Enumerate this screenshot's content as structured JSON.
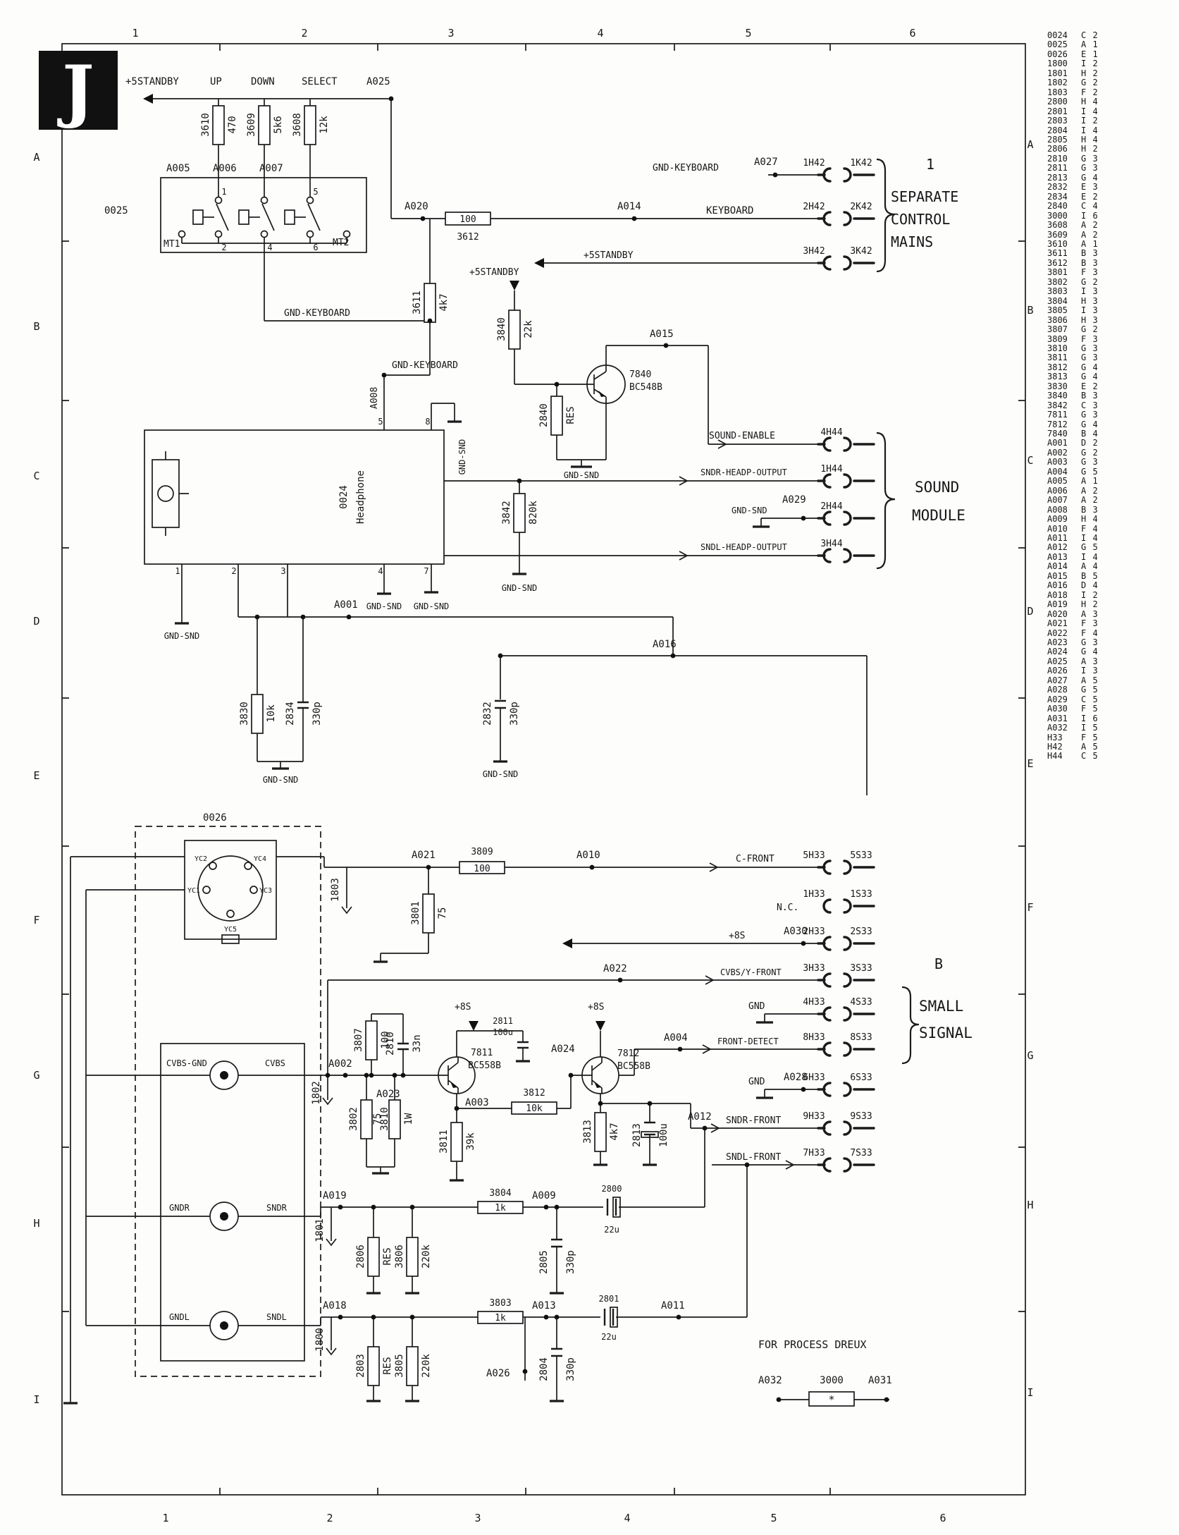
{
  "page_letter": "J",
  "grid": {
    "top": [
      "1",
      "2",
      "3",
      "4",
      "5",
      "6"
    ],
    "bottom": [
      "1",
      "2",
      "3",
      "4",
      "5",
      "6"
    ],
    "left": [
      "A",
      "B",
      "C",
      "D",
      "E",
      "F",
      "G",
      "H",
      "I"
    ],
    "right": [
      "A",
      "B",
      "C",
      "D",
      "E",
      "F",
      "G",
      "H",
      "I"
    ]
  },
  "T": {
    "mains_num": "1",
    "mains1": "SEPARATE",
    "mains2": "CONTROL",
    "mains3": "MAINS",
    "sound1": "SOUND",
    "sound2": "MODULE",
    "small_num": "B",
    "small1": "SMALL",
    "small2": "SIGNAL",
    "process": "FOR PROCESS DREUX"
  },
  "L": {
    "plus5standby": "+5STANDBY",
    "up": "UP",
    "down": "DOWN",
    "select": "SELECT",
    "gnd_keyboard": "GND-KEYBOARD",
    "keyboard": "KEYBOARD",
    "gnd_snd": "GND-SND",
    "gnd": "GND",
    "sound_enable": "SOUND-ENABLE",
    "sndr_headp": "SNDR-HEADP-OUTPUT",
    "sndl_headp": "SNDL-HEADP-OUTPUT",
    "c_front": "C-FRONT",
    "nc": "N.C.",
    "plus8s": "+8S",
    "cvbs_y_front": "CVBS/Y-FRONT",
    "front_detect": "FRONT-DETECT",
    "sndr_front": "SNDR-FRONT",
    "sndl_front": "SNDL-FRONT",
    "cvbs_gnd": "CVBS-GND",
    "cvbs": "CVBS",
    "gndr": "GNDR",
    "sndr": "SNDR",
    "gndl": "GNDL",
    "sndl": "SNDL",
    "mt1": "MT1",
    "mt2": "MT2",
    "headphone": "Headphone",
    "b0024": "0024",
    "b0025": "0025",
    "b0026": "0026",
    "a001": "A001",
    "a002": "A002",
    "a003": "A003",
    "a004": "A004",
    "a005": "A005",
    "a006": "A006",
    "a007": "A007",
    "a008": "A008",
    "a009": "A009",
    "a010": "A010",
    "a011": "A011",
    "a012": "A012",
    "a013": "A013",
    "a014": "A014",
    "a015": "A015",
    "a016": "A016",
    "a018": "A018",
    "a019": "A019",
    "a020": "A020",
    "a021": "A021",
    "a022": "A022",
    "a023": "A023",
    "a024": "A024",
    "a025": "A025",
    "a026": "A026",
    "a027": "A027",
    "a028": "A028",
    "a029": "A029",
    "a030": "A030",
    "a031": "A031",
    "a032": "A032",
    "r3610": "3610",
    "v3610": "470",
    "r3609": "3609",
    "v3609": "5k6",
    "r3608": "3608",
    "v3608": "12k",
    "r3611": "3611",
    "v3611": "4k7",
    "r3612": "3612",
    "v3612": "100",
    "r3840": "3840",
    "v3840": "22k",
    "r2840": "2840",
    "v2840": "RES",
    "q7840": "7840",
    "q7840t": "BC548B",
    "r3842": "3842",
    "v3842": "820k",
    "r3830": "3830",
    "v3830": "10k",
    "c2834": "2834",
    "v2834": "330p",
    "c2832": "2832",
    "v2832": "330p",
    "r3809": "3809",
    "v3809": "100",
    "r3801": "3801",
    "v3801": "75",
    "l1800": "1800",
    "l1801": "1801",
    "l1802": "1802",
    "l1803": "1803",
    "r3807": "3807",
    "v3807": "100",
    "c2810": "2810",
    "v2810": "33n",
    "c2811": "2811",
    "v2811": "100u",
    "r3802": "3802",
    "v3802": "75",
    "r3810": "3810",
    "v3810": "1W",
    "q7811": "7811",
    "q7811t": "BC558B",
    "r3811": "3811",
    "v3811": "39k",
    "r3812": "3812",
    "v3812": "10k",
    "q7812": "7812",
    "q7812t": "BC558B",
    "r3813": "3813",
    "v3813": "4k7",
    "c2813": "2813",
    "v2813": "100u",
    "r3804": "3804",
    "v3804": "1k",
    "c2800": "2800",
    "v2800": "22u",
    "c2806": "2806",
    "v2806": "RES",
    "r3806": "3806",
    "v3806": "220k",
    "c2805": "2805",
    "v2805": "330p",
    "r3803": "3803",
    "v3803": "1k",
    "c2801": "2801",
    "v2801": "22u",
    "c2803": "2803",
    "v2803": "RES",
    "r3805": "3805",
    "v3805": "220k",
    "c2804": "2804",
    "v2804": "330p",
    "r3000": "3000",
    "v3000": "*",
    "p1h42": "1H42",
    "p1k42": "1K42",
    "p2h42": "2H42",
    "p2k42": "2K42",
    "p3h42": "3H42",
    "p3k42": "3K42",
    "p4h44": "4H44",
    "p1h44": "1H44",
    "p2h44": "2H44",
    "p3h44": "3H44",
    "p5h33": "5H33",
    "p5s33": "5S33",
    "p1h33": "1H33",
    "p1s33": "1S33",
    "p2h33": "2H33",
    "p2s33": "2S33",
    "p3h33": "3H33",
    "p3s33": "3S33",
    "p4h33": "4H33",
    "p4s33": "4S33",
    "p8h33": "8H33",
    "p8s33": "8S33",
    "p6h33": "6H33",
    "p6s33": "6S33",
    "p9h33": "9H33",
    "p9s33": "9S33",
    "p7h33": "7H33",
    "p7s33": "7S33",
    "yc1": "YC1",
    "yc2": "YC2",
    "yc3": "YC3",
    "yc4": "YC4",
    "yc5": "YC5",
    "d1": "1",
    "d2": "2",
    "d3": "3",
    "d4": "4",
    "d5": "5",
    "d6": "6",
    "d7": "7",
    "d8": "8"
  },
  "index": {
    "rows": [
      {
        "ref": "0024",
        "loc": "C 2"
      },
      {
        "ref": "0025",
        "loc": "A 1"
      },
      {
        "ref": "0026",
        "loc": "E 1"
      },
      {
        "ref": "1800",
        "loc": "I 2"
      },
      {
        "ref": "1801",
        "loc": "H 2"
      },
      {
        "ref": "1802",
        "loc": "G 2"
      },
      {
        "ref": "1803",
        "loc": "F 2"
      },
      {
        "ref": "2800",
        "loc": "H 4"
      },
      {
        "ref": "2801",
        "loc": "I 4"
      },
      {
        "ref": "2803",
        "loc": "I 2"
      },
      {
        "ref": "2804",
        "loc": "I 4"
      },
      {
        "ref": "2805",
        "loc": "H 4"
      },
      {
        "ref": "2806",
        "loc": "H 2"
      },
      {
        "ref": "2810",
        "loc": "G 3"
      },
      {
        "ref": "2811",
        "loc": "G 3"
      },
      {
        "ref": "2813",
        "loc": "G 4"
      },
      {
        "ref": "2832",
        "loc": "E 3"
      },
      {
        "ref": "2834",
        "loc": "E 2"
      },
      {
        "ref": "2840",
        "loc": "C 4"
      },
      {
        "ref": "3000",
        "loc": "I 6"
      },
      {
        "ref": "3608",
        "loc": "A 2"
      },
      {
        "ref": "3609",
        "loc": "A 2"
      },
      {
        "ref": "3610",
        "loc": "A 1"
      },
      {
        "ref": "3611",
        "loc": "B 3"
      },
      {
        "ref": "3612",
        "loc": "B 3"
      },
      {
        "ref": "3801",
        "loc": "F 3"
      },
      {
        "ref": "3802",
        "loc": "G 2"
      },
      {
        "ref": "3803",
        "loc": "I 3"
      },
      {
        "ref": "3804",
        "loc": "H 3"
      },
      {
        "ref": "3805",
        "loc": "I 3"
      },
      {
        "ref": "3806",
        "loc": "H 3"
      },
      {
        "ref": "3807",
        "loc": "G 2"
      },
      {
        "ref": "3809",
        "loc": "F 3"
      },
      {
        "ref": "3810",
        "loc": "G 3"
      },
      {
        "ref": "3811",
        "loc": "G 3"
      },
      {
        "ref": "3812",
        "loc": "G 4"
      },
      {
        "ref": "3813",
        "loc": "G 4"
      },
      {
        "ref": "3830",
        "loc": "E 2"
      },
      {
        "ref": "3840",
        "loc": "B 3"
      },
      {
        "ref": "3842",
        "loc": "C 3"
      },
      {
        "ref": "7811",
        "loc": "G 3"
      },
      {
        "ref": "7812",
        "loc": "G 4"
      },
      {
        "ref": "7840",
        "loc": "B 4"
      },
      {
        "ref": "A001",
        "loc": "D 2"
      },
      {
        "ref": "A002",
        "loc": "G 2"
      },
      {
        "ref": "A003",
        "loc": "G 3"
      },
      {
        "ref": "A004",
        "loc": "G 5"
      },
      {
        "ref": "A005",
        "loc": "A 1"
      },
      {
        "ref": "A006",
        "loc": "A 2"
      },
      {
        "ref": "A007",
        "loc": "A 2"
      },
      {
        "ref": "A008",
        "loc": "B 3"
      },
      {
        "ref": "A009",
        "loc": "H 4"
      },
      {
        "ref": "A010",
        "loc": "F 4"
      },
      {
        "ref": "A011",
        "loc": "I 4"
      },
      {
        "ref": "A012",
        "loc": "G 5"
      },
      {
        "ref": "A013",
        "loc": "I 4"
      },
      {
        "ref": "A014",
        "loc": "A 4"
      },
      {
        "ref": "A015",
        "loc": "B 5"
      },
      {
        "ref": "A016",
        "loc": "D 4"
      },
      {
        "ref": "A018",
        "loc": "I 2"
      },
      {
        "ref": "A019",
        "loc": "H 2"
      },
      {
        "ref": "A020",
        "loc": "A 3"
      },
      {
        "ref": "A021",
        "loc": "F 3"
      },
      {
        "ref": "A022",
        "loc": "F 4"
      },
      {
        "ref": "A023",
        "loc": "G 3"
      },
      {
        "ref": "A024",
        "loc": "G 4"
      },
      {
        "ref": "A025",
        "loc": "A 3"
      },
      {
        "ref": "A026",
        "loc": "I 3"
      },
      {
        "ref": "A027",
        "loc": "A 5"
      },
      {
        "ref": "A028",
        "loc": "G 5"
      },
      {
        "ref": "A029",
        "loc": "C 5"
      },
      {
        "ref": "A030",
        "loc": "F 5"
      },
      {
        "ref": "A031",
        "loc": "I 6"
      },
      {
        "ref": "A032",
        "loc": "I 5"
      },
      {
        "ref": "H33",
        "loc": "F 5"
      },
      {
        "ref": "H42",
        "loc": "A 5"
      },
      {
        "ref": "H44",
        "loc": "C 5"
      }
    ]
  }
}
